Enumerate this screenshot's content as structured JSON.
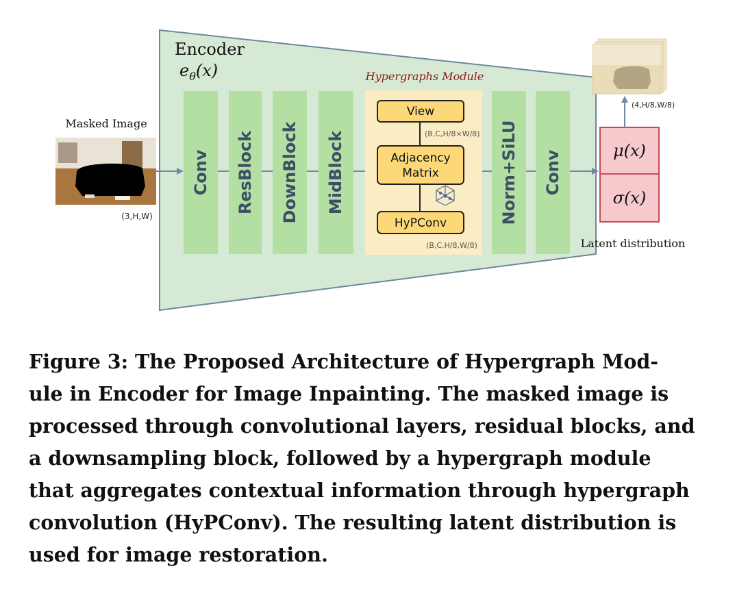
{
  "encoder": {
    "title": "Encoder",
    "function_label": "e_θ(x)",
    "blocks": [
      "Conv",
      "ResBlock",
      "DownBlock",
      "MidBlock",
      "Norm+SiLU",
      "Conv"
    ]
  },
  "input": {
    "label": "Masked Image",
    "shape": "(3,H,W)"
  },
  "hypergraph_module": {
    "title": "Hypergraphs Module",
    "view_label": "View",
    "adjacency_label_line1": "Adjacency",
    "adjacency_label_line2": "Matrix",
    "hypconv_label": "HyPConv",
    "shape_after_view": "(B,C,H/8×W/8)",
    "shape_after_hypconv": "(B,C,H/8,W/8)"
  },
  "latent": {
    "mu_label": "μ(x)",
    "sigma_label": "σ(x)",
    "label": "Latent distribution",
    "output_shape": "(4,H/8,W/8)"
  },
  "caption": {
    "lines": [
      "Figure 3: The Proposed Architecture of Hypergraph Mod-",
      "ule in Encoder for Image Inpainting. The masked image is",
      "processed through convolutional layers, residual blocks, and",
      "a downsampling block, followed by a hypergraph module",
      "that aggregates contextual information through hypergraph",
      "convolution (HyPConv). The resulting latent distribution is",
      "used for image restoration."
    ]
  },
  "colors": {
    "encoder_fill": "#d6e9d4",
    "encoder_stroke": "#6d879c",
    "block_fill": "#b3dfa3",
    "block_text": "#3d4f66",
    "hyper_fill": "#fcecc4",
    "box_fill": "#fcd878",
    "latent_fill": "#f6c9cc",
    "latent_stroke": "#c94b58",
    "arrow": "#6f8aa6",
    "title_red": "#8b1a1a"
  },
  "icons": [
    "masked-room-image",
    "latent-feature-stack-image",
    "hypergraph-cube-icon"
  ]
}
